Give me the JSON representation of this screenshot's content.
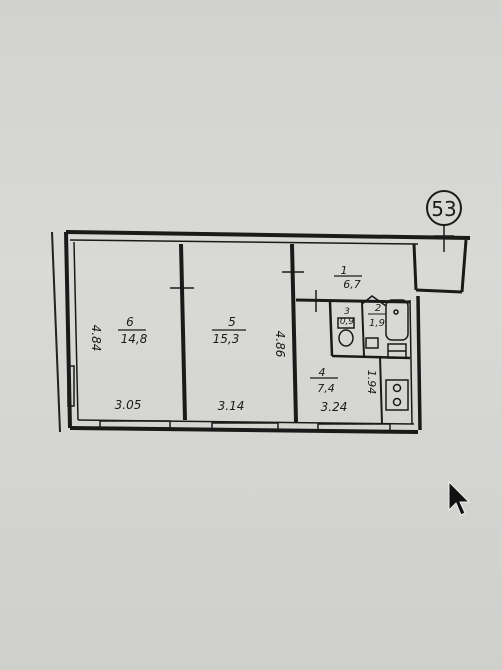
{
  "plan_number": "53",
  "rooms": [
    {
      "number": "6",
      "area": "14,8"
    },
    {
      "number": "5",
      "area": "15,3"
    },
    {
      "number": "1",
      "area": "6,7"
    },
    {
      "number": "2",
      "area": "1,9"
    },
    {
      "number": "3",
      "area": "0,9"
    },
    {
      "number": "4",
      "area": "7,4"
    }
  ],
  "dimensions": {
    "left_height": "4.84",
    "room6_width": "3.05",
    "room5_width": "3.14",
    "room4_width": "3.24",
    "room5_height": "4.86",
    "room4_height": "1.94"
  }
}
